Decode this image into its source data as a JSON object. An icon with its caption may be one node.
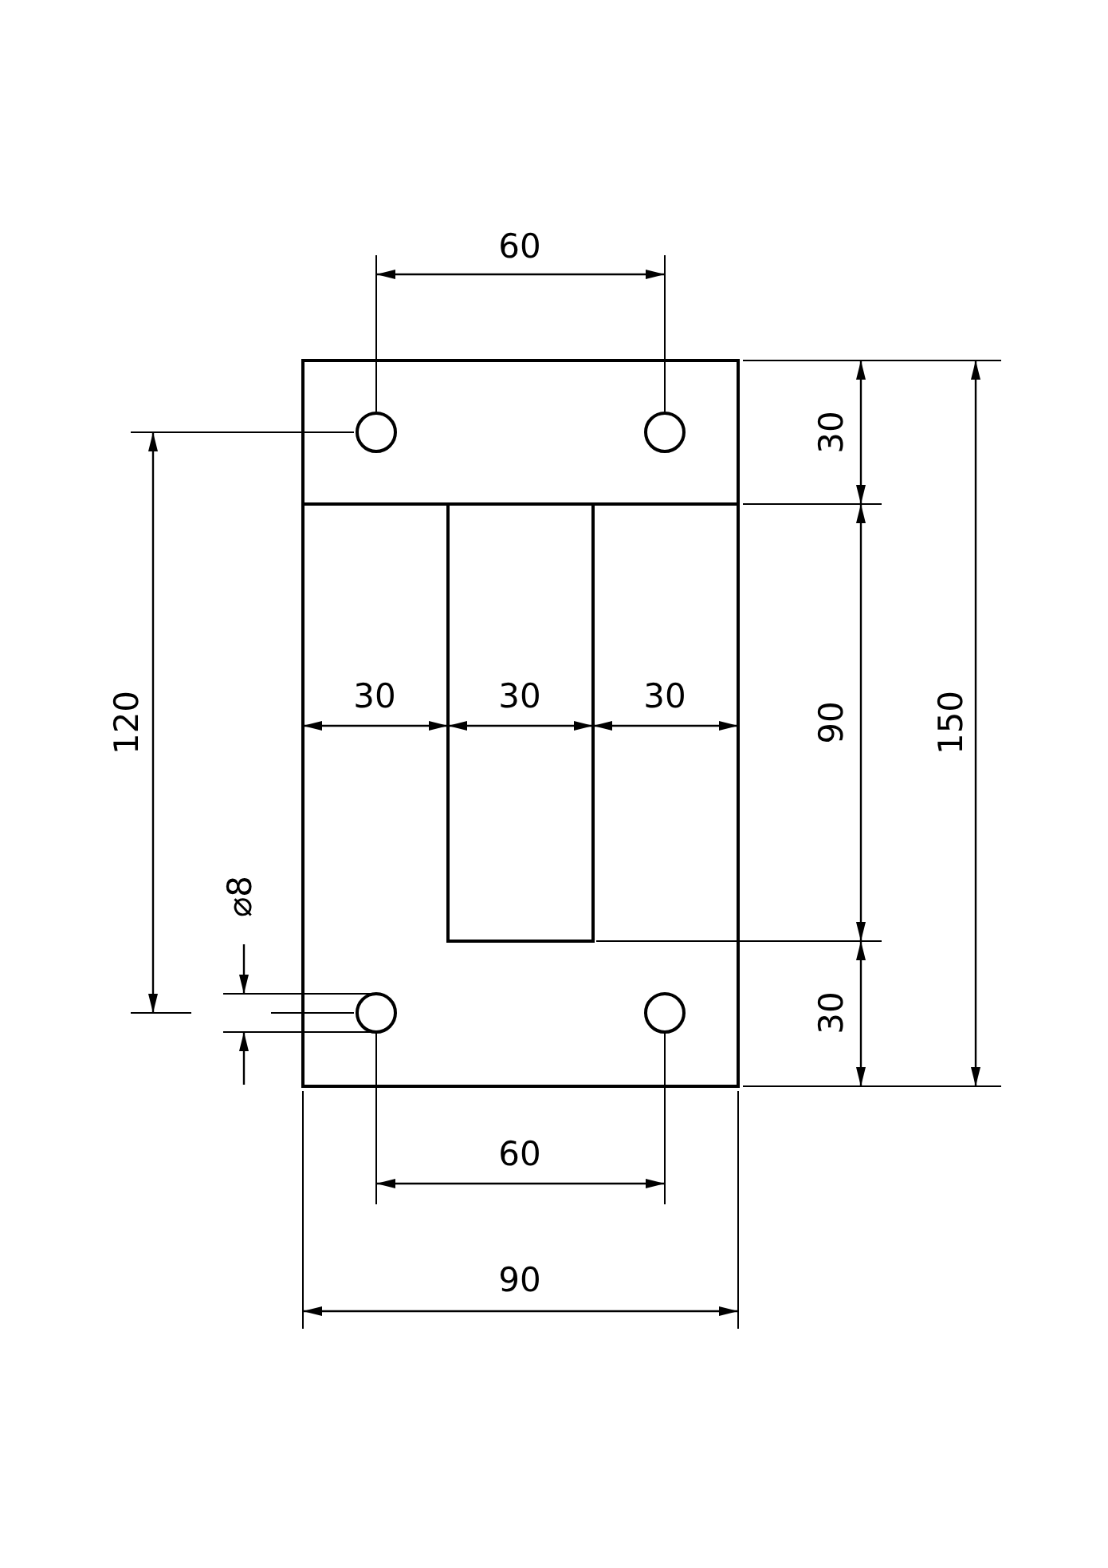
{
  "diagram": {
    "labels": [
      "60",
      "120",
      "30",
      "30",
      "30",
      "30",
      "90",
      "150",
      "⌀8",
      "30",
      "60",
      "90"
    ]
  }
}
